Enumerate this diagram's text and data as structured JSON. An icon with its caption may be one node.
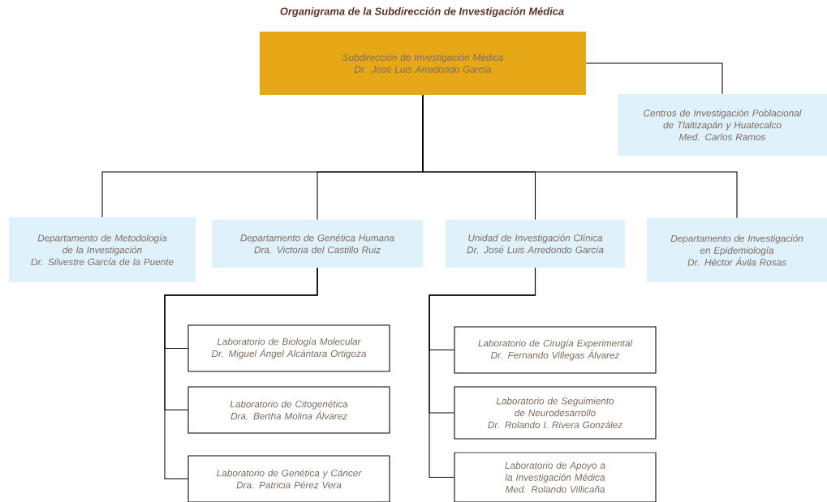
{
  "diagram": {
    "title": "Organigrama de la Subdirección de Investigación Médica",
    "nodes": [
      {
        "text": [
          "Subdirección de Investigación Médica",
          "Dr. José Luis Arredondo García"
        ]
      },
      {
        "text": [
          "Centros de Investigación Poblacional de Tlaltizapán y Huatecalco",
          "Med. Carlos Ramos"
        ]
      },
      {
        "text": [
          "Departamento de Metodología de la Investigación",
          "Dr. Silvestre García de la Puente"
        ]
      },
      {
        "text": [
          "Departamento de Genética Humana",
          "Dra. Victoria del Castillo Ruiz"
        ]
      },
      {
        "text": [
          "Unidad de Investigación Clínica",
          "Dr. José Luis Arredondo García"
        ]
      },
      {
        "text": [
          "Departamento de Investigación en Epidemiología",
          "Dr. Héctor Ávila Rosas"
        ]
      },
      {
        "text": [
          "Laboratorio de Biología Molecular",
          "Dr. Miguel Ángel Alcántara Ortigoza"
        ]
      },
      {
        "text": [
          "Laboratorio de Citogenética",
          "Dra. Bertha Molina Álvarez"
        ]
      },
      {
        "text": [
          "Laboratorio de Genética y Cáncer",
          "Dra. Patricia Pérez Vera"
        ]
      },
      {
        "text": [
          "Laboratorio de Cirugía Experimental",
          "Dr. Fernando Villegas Álvarez"
        ]
      },
      {
        "text": [
          "Laboratorio de Seguimiento de Neurodesarrollo",
          "Dr. Rolando I. Rivera González"
        ]
      },
      {
        "text": [
          "Laboratorio de Apoyo a la Investigación Médica",
          "Med. Rolando Villicaña"
        ]
      }
    ],
    "edges": [
      {
        "from": 0,
        "to": 1,
        "arrow": "none"
      },
      {
        "from": 0,
        "to": 2,
        "arrow": "none"
      },
      {
        "from": 0,
        "to": 3,
        "arrow": "none"
      },
      {
        "from": 0,
        "to": 4,
        "arrow": "none"
      },
      {
        "from": 0,
        "to": 5,
        "arrow": "none"
      },
      {
        "from": 3,
        "to": 6,
        "arrow": "none"
      },
      {
        "from": 3,
        "to": 7,
        "arrow": "none"
      },
      {
        "from": 3,
        "to": 8,
        "arrow": "none"
      },
      {
        "from": 4,
        "to": 9,
        "arrow": "none"
      },
      {
        "from": 4,
        "to": 10,
        "arrow": "none"
      },
      {
        "from": 4,
        "to": 11,
        "arrow": "none"
      }
    ]
  }
}
